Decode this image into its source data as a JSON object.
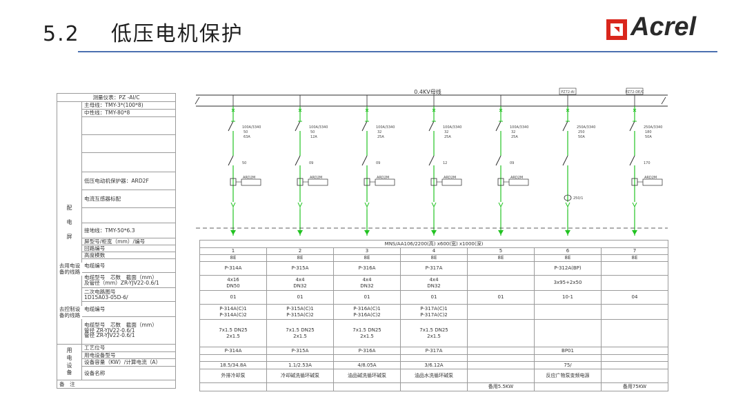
{
  "header": {
    "section_number": "5.2",
    "title": "低压电机保护",
    "logo_text": "Acrel",
    "accent_line_color": "#4a6fb0",
    "logo_icon_color": "#d9261c"
  },
  "busbar": {
    "label": "0.4KV母线",
    "tags": [
      "PZ72-AI",
      "PZ72-DE/C"
    ]
  },
  "feeders": [
    {
      "breaker": "100A/3340",
      "breaker_sub": [
        "50",
        "63A"
      ],
      "contactor": "50",
      "protector": "ARD2M"
    },
    {
      "breaker": "100A/3340",
      "breaker_sub": [
        "50",
        "12A"
      ],
      "contactor": "09",
      "protector": "ARD2M"
    },
    {
      "breaker": "100A/3340",
      "breaker_sub": [
        "32",
        "25A"
      ],
      "contactor": "09",
      "protector": "ARD2M"
    },
    {
      "breaker": "100A/3340",
      "breaker_sub": [
        "32",
        "25A"
      ],
      "contactor": "12",
      "protector": "ARD2M"
    },
    {
      "breaker": "100A/3340",
      "breaker_sub": [
        "32",
        "25A"
      ],
      "contactor": "09",
      "protector": "ARD2M"
    },
    {
      "breaker": "250A/3340",
      "breaker_sub": [
        "250",
        "50A"
      ],
      "contactor": "",
      "protector": "",
      "ct": "250/1"
    },
    {
      "breaker": "250A/3340",
      "breaker_sub": [
        "180",
        "50A"
      ],
      "contactor": "170",
      "protector": "ARD2M"
    }
  ],
  "left_table": {
    "meter": "测量仪表：PZ -AI/C",
    "main_bus": "主母线：TMY-3*(100*8)",
    "neutral": "中性线：TMY-80*8",
    "group_panel": "配电屏",
    "protector": "低压电动机保护器：ARD2F",
    "ct": "电流互感器标配",
    "ground": "接地线：TMY-50*6.3",
    "cabinet": "屏型号/柜宽（mm）/编号",
    "circuit_no": "回路编号",
    "height_module": "高度模数",
    "group_to_elec": "去用电设备的线路",
    "cable_no": "电缆编号",
    "cable_spec_1": "电缆型号　芯数　截面（mm）",
    "cable_spec_2": "及管径（mm）ZR-YJV22-0.6/1",
    "secondary_1": "二次电路图号",
    "secondary_2": "1D15A03-05D-6/",
    "group_to_ctrl": "去控制设备的线路",
    "ctrl_cable_no": "电缆编号",
    "ctrl_spec_1": "电缆型号　芯数　截面（mm）",
    "ctrl_spec_2": "管径 ZR-YJV22-0.6/1",
    "ctrl_spec_3": "管径 ZR-YJV22-0.6/1",
    "group_device": "用电设备",
    "process_no": "工艺位号",
    "device_model": "用电设备型号",
    "capacity": "设备容量（KW）/计算电流（A）",
    "device_name": "设备名称",
    "remark": "备　注"
  },
  "right_table": {
    "cabinet_spec": "MNS/AA106/2200(高) x600(宽) x1000(深)",
    "circuit_nos": [
      "1",
      "2",
      "3",
      "4",
      "5",
      "6",
      "7"
    ],
    "height_modules": [
      "8E",
      "8E",
      "8E",
      "8E",
      "8E",
      "8E",
      "8E"
    ],
    "cable_nos": [
      "P-314A",
      "P-315A",
      "P-316A",
      "P-317A",
      "",
      "P-312A(BP)",
      ""
    ],
    "cable_specs": [
      [
        "4x16",
        "DN50"
      ],
      [
        "4x4",
        "DN32"
      ],
      [
        "4x4",
        "DN32"
      ],
      [
        "4x4",
        "DN32"
      ],
      [
        "",
        ""
      ],
      [
        "3x95+2x50",
        ""
      ],
      [
        "",
        ""
      ]
    ],
    "secondary": [
      "01",
      "01",
      "01",
      "01",
      "01",
      "10-1",
      "04"
    ],
    "ctrl_cable_nos": [
      [
        "P-314A(C)1",
        "P-314A(C)2"
      ],
      [
        "P-315A(C)1",
        "P-315A(C)2"
      ],
      [
        "P-316A(C)1",
        "P-316A(C)2"
      ],
      [
        "P-317A(C)1",
        "P-317A(C)2"
      ],
      [
        "",
        ""
      ],
      [
        "",
        ""
      ],
      [
        "",
        ""
      ]
    ],
    "ctrl_specs": [
      [
        "7x1.5  DN25",
        "2x1.5"
      ],
      [
        "7x1.5  DN25",
        "2x1.5"
      ],
      [
        "7x1.5  DN25",
        "2x1.5"
      ],
      [
        "7x1.5  DN25",
        "2x1.5"
      ],
      [
        "",
        ""
      ],
      [
        "",
        ""
      ],
      [
        "",
        ""
      ]
    ],
    "process_nos": [
      "P-314A",
      "P-315A",
      "P-316A",
      "P-317A",
      "",
      "BP01",
      ""
    ],
    "device_models": [
      "",
      "",
      "",
      "",
      "",
      "",
      ""
    ],
    "capacities": [
      "18.5/34.8A",
      "1.1/2.53A",
      "4/8.05A",
      "3/6.12A",
      "",
      "75/",
      ""
    ],
    "device_names": [
      "外排冷却泵",
      "冷却碱洗循环碱泵",
      "油品碱洗循环碱泵",
      "油品水洗循环碱泵",
      "",
      "反应广物泵变频电源",
      ""
    ],
    "remarks": [
      "",
      "",
      "",
      "",
      "备用5.5KW",
      "",
      "备用75KW"
    ]
  },
  "colors": {
    "diagram_line": "#2a2a2a",
    "wire_green": "#22c322",
    "table_border": "#9a9a9a"
  }
}
